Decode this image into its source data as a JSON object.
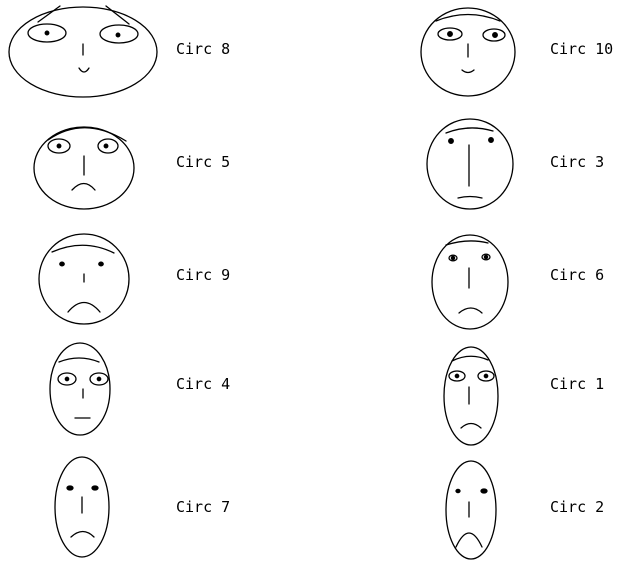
{
  "faces": [
    {
      "label": "Circ 8"
    },
    {
      "label": "Circ 10"
    },
    {
      "label": "Circ 5"
    },
    {
      "label": "Circ 3"
    },
    {
      "label": "Circ 9"
    },
    {
      "label": "Circ 6"
    },
    {
      "label": "Circ 4"
    },
    {
      "label": "Circ 1"
    },
    {
      "label": "Circ 7"
    },
    {
      "label": "Circ 2"
    }
  ]
}
